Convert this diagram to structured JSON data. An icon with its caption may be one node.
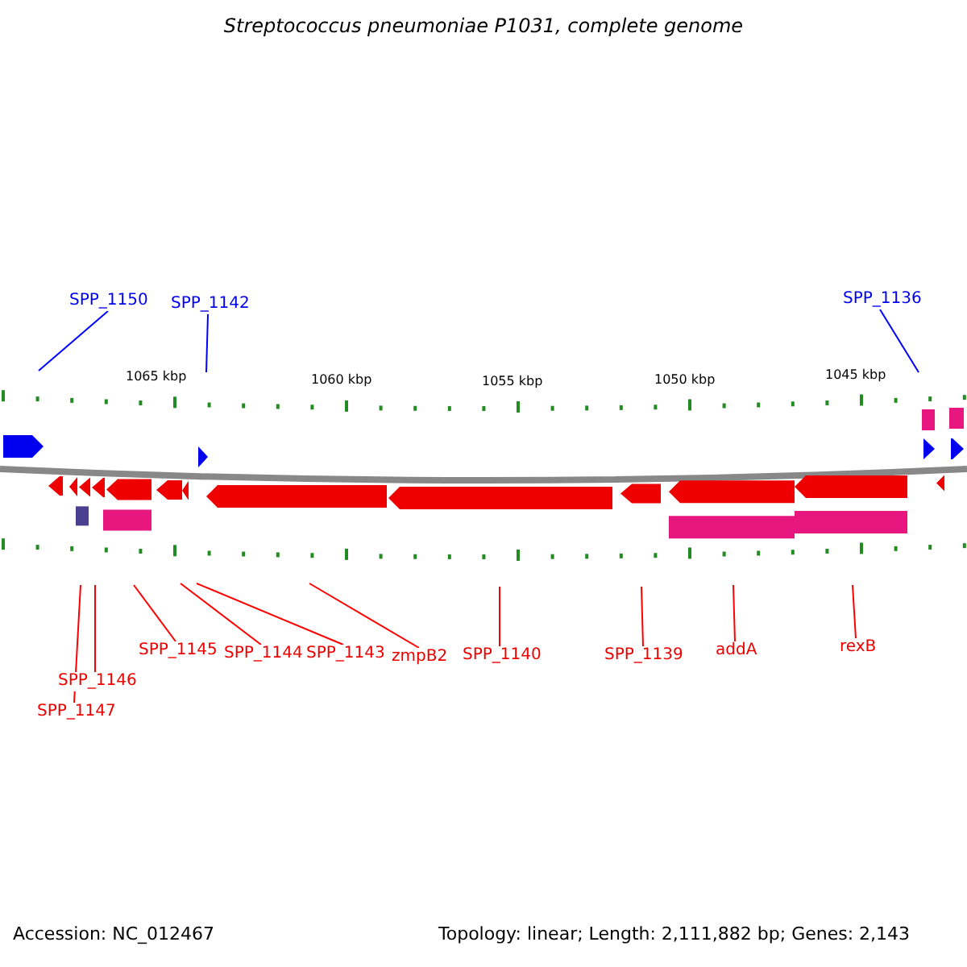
{
  "diagram": {
    "title": "Streptococcus pneumoniae P1031, complete genome",
    "nodes": [
      {
        "text": [
          "SPP_1150"
        ]
      },
      {
        "text": [
          "SPP_1142"
        ]
      },
      {
        "text": [
          "SPP_1136"
        ]
      },
      {
        "text": [
          "SPP_1147"
        ]
      },
      {
        "text": [
          "SPP_1146"
        ]
      },
      {
        "text": [
          "SPP_1145"
        ]
      },
      {
        "text": [
          "SPP_1144"
        ]
      },
      {
        "text": [
          "SPP_1143"
        ]
      },
      {
        "text": [
          "zmpB2"
        ]
      },
      {
        "text": [
          "SPP_1140"
        ]
      },
      {
        "text": [
          "SPP_1139"
        ]
      },
      {
        "text": [
          "addA"
        ]
      },
      {
        "text": [
          "rexB"
        ]
      }
    ],
    "edges": [
      {
        "from": 0,
        "to": null,
        "arrow": "none",
        "color": "#0000ff"
      },
      {
        "from": 1,
        "to": null,
        "arrow": "none",
        "color": "#0000ff"
      },
      {
        "from": 2,
        "to": null,
        "arrow": "none",
        "color": "#0000ff"
      },
      {
        "from": 3,
        "to": null,
        "arrow": "none"
      },
      {
        "from": 4,
        "to": null,
        "arrow": "none"
      },
      {
        "from": 5,
        "to": null,
        "arrow": "none"
      },
      {
        "from": 6,
        "to": null,
        "arrow": "none"
      },
      {
        "from": 7,
        "to": null,
        "arrow": "none"
      },
      {
        "from": 8,
        "to": null,
        "arrow": "none"
      },
      {
        "from": 9,
        "to": null,
        "arrow": "none"
      },
      {
        "from": 10,
        "to": null,
        "arrow": "none"
      },
      {
        "from": 11,
        "to": null,
        "arrow": "none"
      },
      {
        "from": 12,
        "to": null,
        "arrow": "none"
      }
    ],
    "labels": [
      "1065 kbp",
      "1060 kbp",
      "1055 kbp",
      "1050 kbp",
      "1045 kbp",
      "Accession: NC_012467",
      "Topology: linear; Length: 2,111,882 bp; Genes: 2,143"
    ]
  }
}
